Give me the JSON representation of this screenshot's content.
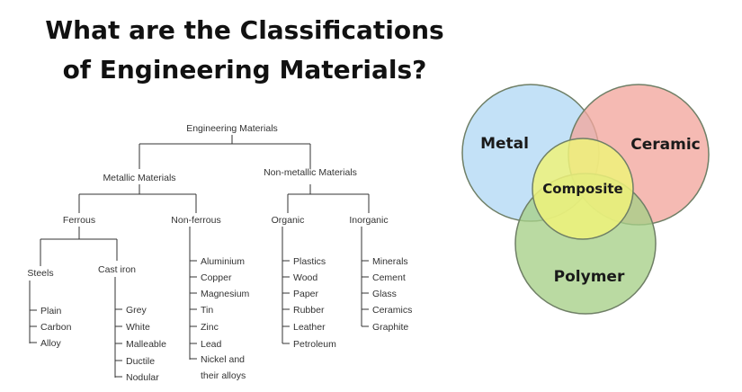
{
  "title": {
    "line1": "What are the Classifications",
    "line2": "of Engineering Materials?"
  },
  "tree": {
    "root": "Engineering Materials",
    "metallic": "Metallic Materials",
    "nonmetallic": "Non-metallic Materials",
    "ferrous": "Ferrous",
    "nonferrous": "Non-ferrous",
    "organic": "Organic",
    "inorganic": "Inorganic",
    "steels": "Steels",
    "castiron": "Cast iron",
    "steels_items": [
      "Plain",
      "Carbon",
      "Alloy"
    ],
    "castiron_items": [
      "Grey",
      "White",
      "Malleable",
      "Ductile",
      "Nodular"
    ],
    "nonferrous_items": [
      "Aluminium",
      "Copper",
      "Magnesium",
      "Tin",
      "Zinc",
      "Lead",
      "Nickel and",
      "their alloys"
    ],
    "organic_items": [
      "Plastics",
      "Wood",
      "Paper",
      "Rubber",
      "Leather",
      "Petroleum"
    ],
    "inorganic_items": [
      "Minerals",
      "Cement",
      "Glass",
      "Ceramics",
      "Graphite"
    ]
  },
  "venn": {
    "metal": "Metal",
    "ceramic": "Ceramic",
    "polymer": "Polymer",
    "composite": "Composite",
    "colors": {
      "metal": "#b9dcf6",
      "ceramic": "#f2a79e",
      "polymer": "#a6cf88",
      "composite": "#eef27a",
      "outline": "#6f7f66"
    }
  }
}
